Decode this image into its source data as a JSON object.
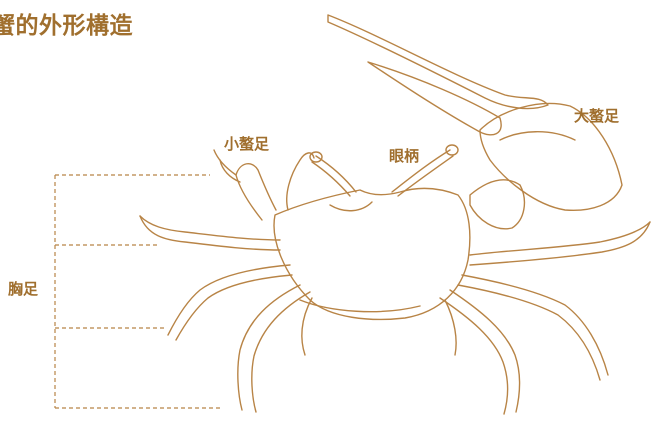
{
  "title": "蟹的外形構造",
  "labels": {
    "small_claw": "小螯足",
    "eyestalk": "眼柄",
    "big_claw": "大螯足",
    "walking_legs": "胸足"
  },
  "colors": {
    "line": "#b88446",
    "text": "#a06f2e",
    "background": "#ffffff"
  }
}
